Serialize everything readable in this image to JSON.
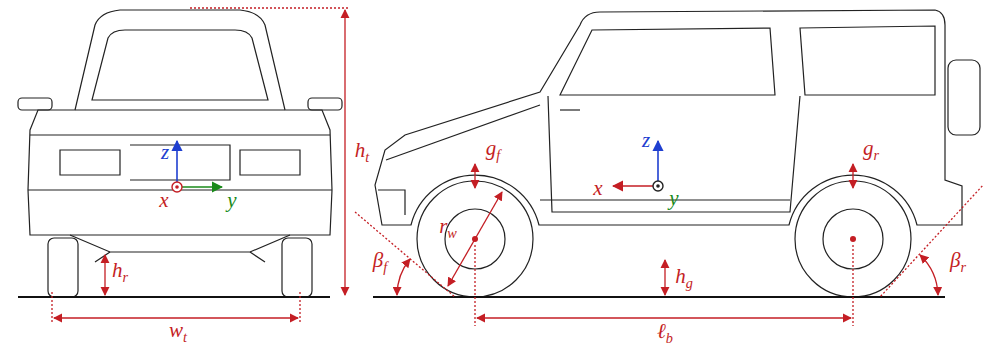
{
  "diagram": {
    "labels": [
      "z",
      "x",
      "y",
      "hr",
      "wt",
      "ht",
      "gf",
      "gr",
      "z",
      "x",
      "y",
      "rw",
      "βf",
      "βr",
      "hg",
      "ℓb"
    ]
  }
}
